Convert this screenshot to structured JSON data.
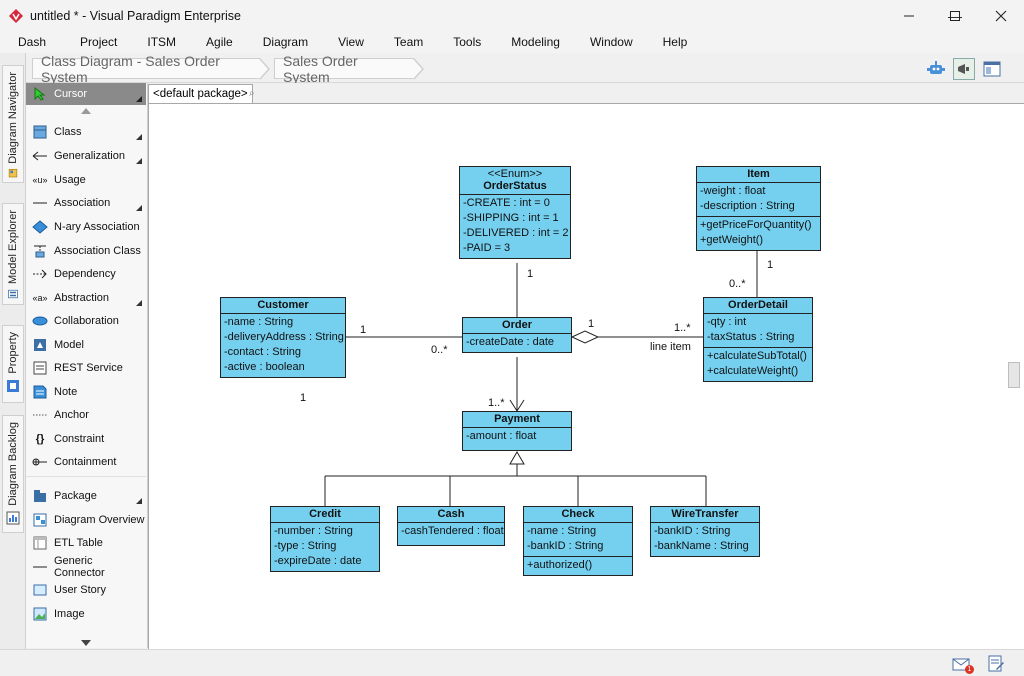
{
  "window": {
    "title": "untitled * - Visual Paradigm Enterprise",
    "minimize": "—",
    "maximize": "☐",
    "close": "✕"
  },
  "menu": [
    "Dash",
    "Project",
    "ITSM",
    "Agile",
    "Diagram",
    "View",
    "Team",
    "Tools",
    "Modeling",
    "Window",
    "Help"
  ],
  "breadcrumb": [
    "Class Diagram - Sales Order System",
    "Sales Order System"
  ],
  "side_tabs": [
    "Diagram Navigator",
    "Model Explorer",
    "Property",
    "Diagram Backlog"
  ],
  "palette": {
    "items": [
      "Cursor",
      "Class",
      "Generalization",
      "Usage",
      "Association",
      "N-ary Association",
      "Association Class",
      "Dependency",
      "Abstraction",
      "Collaboration",
      "Model",
      "REST Service",
      "Note",
      "Anchor",
      "Constraint",
      "Containment",
      "Package",
      "Diagram Overview",
      "ETL Table",
      "Generic Connector",
      "User Story",
      "Image"
    ],
    "usage_icon": "«u»",
    "abstraction_icon": "«a»",
    "constraint_icon": "{}"
  },
  "diagram_tab": "<default package>",
  "classes": {
    "orderstatus": {
      "stereotype": "<<Enum>>",
      "name": "OrderStatus",
      "attrs": [
        "-CREATE : int = 0",
        "-SHIPPING : int = 1",
        "-DELIVERED : int = 2",
        "-PAID = 3"
      ]
    },
    "item": {
      "name": "Item",
      "attrs": [
        "-weight : float",
        "-description : String"
      ],
      "ops": [
        "+getPriceForQuantity()",
        "+getWeight()"
      ]
    },
    "customer": {
      "name": "Customer",
      "attrs": [
        "-name : String",
        "-deliveryAddress : String",
        "-contact : String",
        "-active : boolean"
      ]
    },
    "order": {
      "name": "Order",
      "attrs": [
        "-createDate : date"
      ]
    },
    "orderdetail": {
      "name": "OrderDetail",
      "attrs": [
        "-qty : int",
        "-taxStatus : String"
      ],
      "ops": [
        "+calculateSubTotal()",
        "+calculateWeight()"
      ]
    },
    "payment": {
      "name": "Payment",
      "attrs": [
        "-amount : float"
      ]
    },
    "credit": {
      "name": "Credit",
      "attrs": [
        "-number : String",
        "-type : String",
        "-expireDate : date"
      ]
    },
    "cash": {
      "name": "Cash",
      "attrs": [
        "-cashTendered : float"
      ]
    },
    "check": {
      "name": "Check",
      "attrs": [
        "-name : String",
        "-bankID : String"
      ],
      "ops": [
        "+authorized()"
      ]
    },
    "wiretransfer": {
      "name": "WireTransfer",
      "attrs": [
        "-bankID : String",
        "-bankName : String"
      ]
    }
  },
  "labels": {
    "os_mult": "1",
    "cust_mult_right": "1",
    "order_mult_left": "0..*",
    "cust_mult_bottom": "1",
    "order_mult_right": "1",
    "detail_mult_left": "1..*",
    "line_item": "line item",
    "item_mult": "1",
    "detail_mult_top": "0..*",
    "payment_mult": "1..*"
  },
  "status": {
    "notification_count": "1"
  },
  "colors": {
    "class_fill": "#75d0f0",
    "selected_palette": "#8a8a8a",
    "app_icon": "#d9263b"
  }
}
